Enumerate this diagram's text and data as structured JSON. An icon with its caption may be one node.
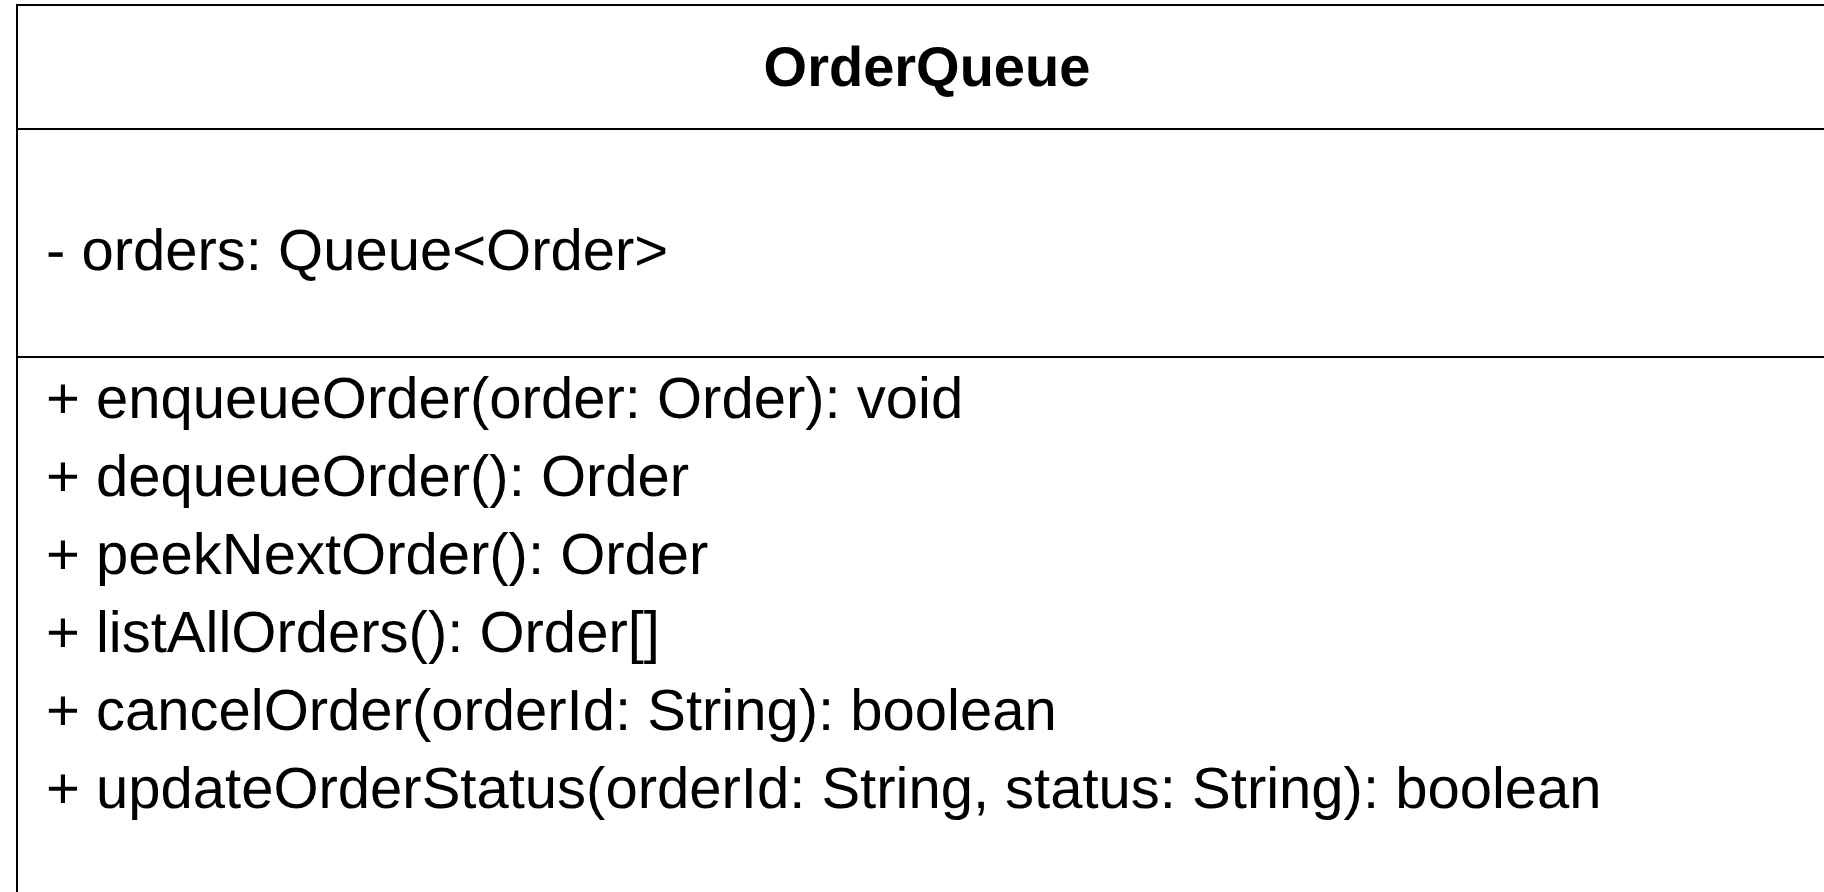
{
  "diagram": {
    "nodes": [
      {
        "text": [
          "OrderQueue"
        ]
      },
      {
        "text": [
          "- orders: Queue<Order>"
        ],
        "in": 0
      },
      {
        "text": [
          "+ enqueueOrder(order: Order): void",
          "+ dequeueOrder(): Order",
          "+ peekNextOrder(): Order",
          "+ listAllOrders(): Order[]",
          "+ cancelOrder(orderId: String): boolean",
          "+ updateOrderStatus(orderId: String, status: String): boolean"
        ],
        "in": 0
      }
    ]
  }
}
